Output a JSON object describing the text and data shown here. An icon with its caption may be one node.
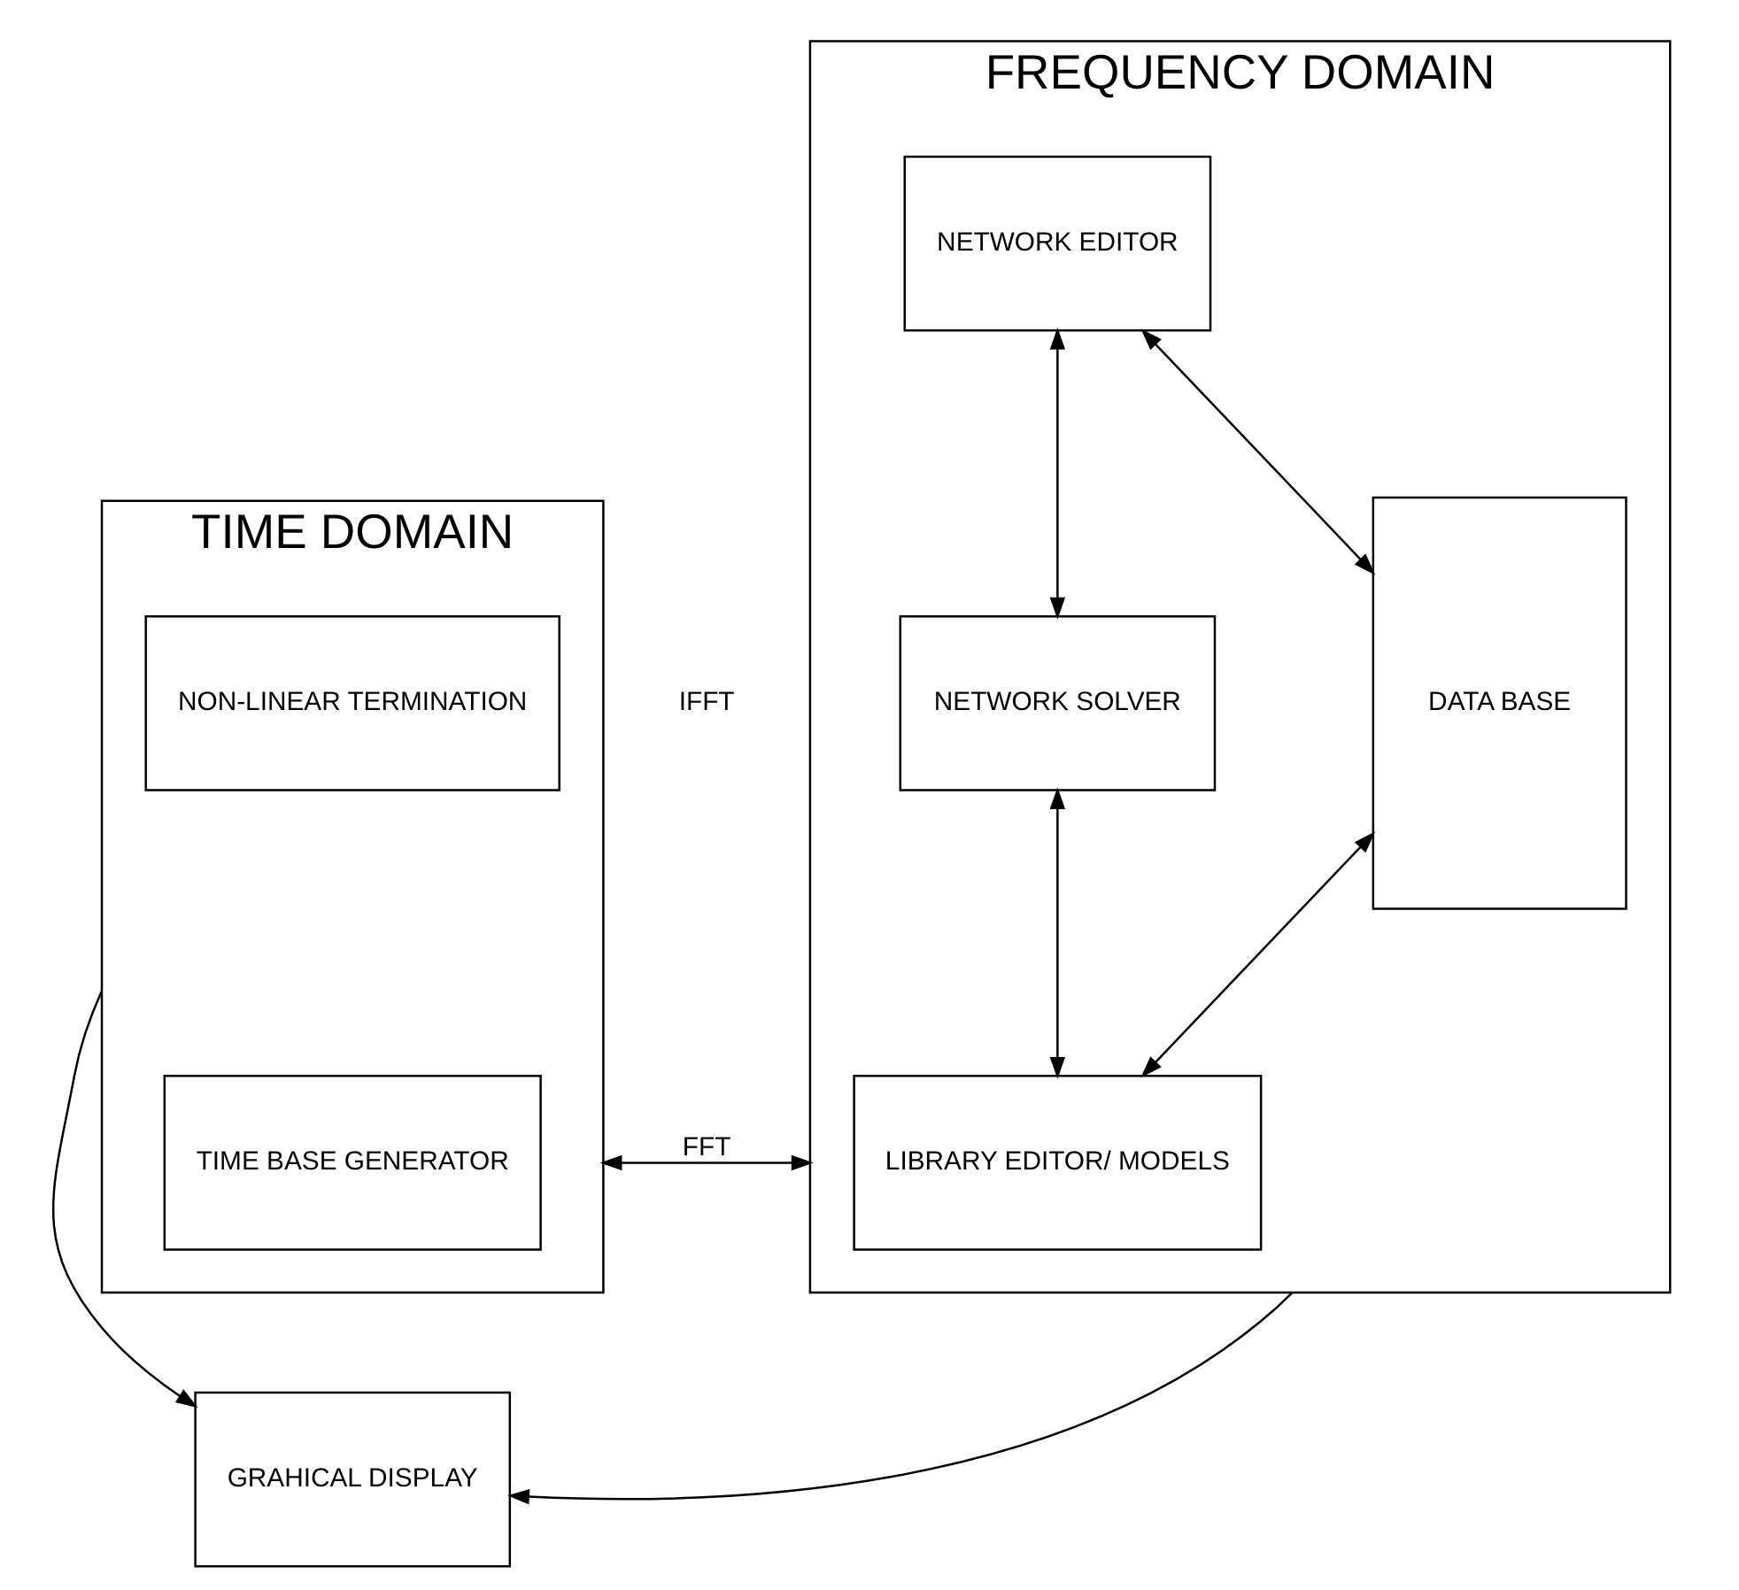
{
  "diagram": {
    "nodes": [
      {
        "text": [
          "TIME DOMAIN"
        ]
      },
      {
        "text": [
          "TIME BASE GENERATOR"
        ],
        "in": 0
      },
      {
        "text": [
          "NON-LINEAR TERMINATION"
        ],
        "in": 0
      },
      {
        "text": [
          "FREQUENCY DOMAIN"
        ]
      },
      {
        "text": [
          "LIBRARY EDITOR/ MODELS"
        ],
        "in": 3
      },
      {
        "text": [
          "NETWORK SOLVER"
        ],
        "in": 3
      },
      {
        "text": [
          "NETWORK EDITOR"
        ],
        "in": 3
      },
      {
        "text": [
          "DATA BASE"
        ],
        "in": 3
      },
      {
        "text": [
          "GRAHICAL DISPLAY"
        ]
      }
    ],
    "edges": [
      {
        "from": 0,
        "to": 3,
        "arrow": "both",
        "label": "FFT"
      },
      {
        "from": 4,
        "to": 7,
        "arrow": "both"
      },
      {
        "from": 4,
        "to": 5,
        "arrow": "both"
      },
      {
        "from": 5,
        "to": 6,
        "arrow": "both"
      },
      {
        "from": 6,
        "to": 7,
        "arrow": "both"
      },
      {
        "from": 0,
        "to": 8,
        "arrow": "to"
      },
      {
        "from": 3,
        "to": 8,
        "arrow": "to"
      }
    ],
    "labels": [
      "IFFT"
    ]
  }
}
